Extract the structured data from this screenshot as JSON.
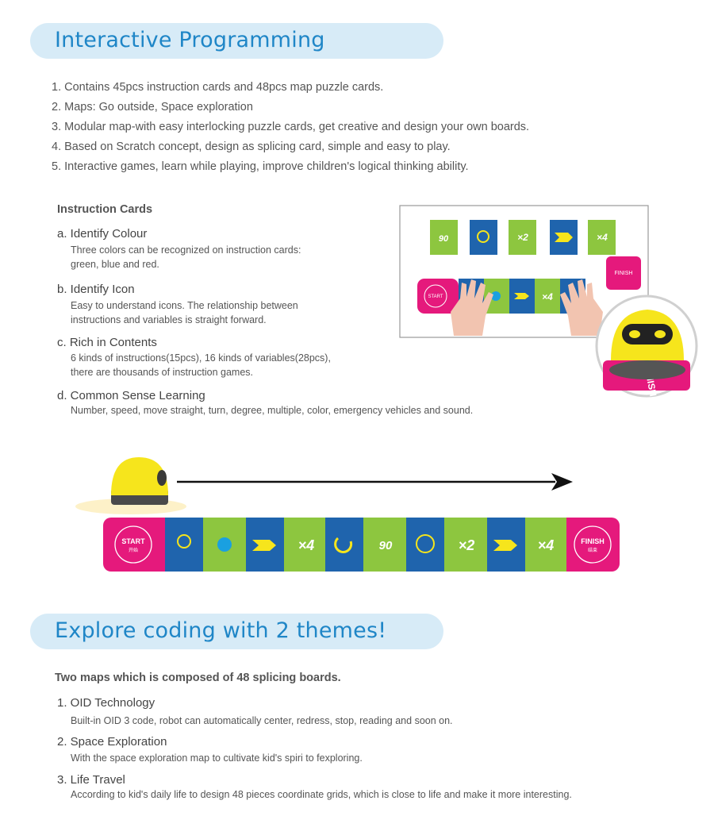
{
  "section1": {
    "title": "Interactive Programming",
    "features": [
      "1. Contains 45pcs instruction cards and 48pcs map puzzle cards.",
      "2. Maps: Go outside, Space exploration",
      "3. Modular map-with easy interlocking puzzle cards, get creative and design your own boards.",
      "4. Based on Scratch concept, design as splicing card, simple and easy to play.",
      "5. Interactive games, learn while playing, improve children's logical thinking ability."
    ],
    "cards_heading": "Instruction Cards",
    "items": [
      {
        "title": "a. Identify Colour",
        "desc1": "Three colors can be recognized on instruction cards:",
        "desc2": "green, blue and red."
      },
      {
        "title": "b. Identify Icon",
        "desc1": "Easy to understand icons. The relationship between",
        "desc2": "instructions and variables is straight forward."
      },
      {
        "title": "c. Rich in Contents",
        "desc1": "6 kinds of instructions(15pcs), 16 kinds of variables(28pcs),",
        "desc2": "there are thousands of instruction games."
      },
      {
        "title": "d. Common Sense Learning",
        "desc1": "Number, speed, move straight, turn, degree, multiple, color, emergency vehicles and sound.",
        "desc2": ""
      }
    ]
  },
  "card_labels": {
    "start": "START",
    "start_cn": "开始",
    "finish": "FINISH",
    "finish_cn": "结束",
    "deg90": "90",
    "x2": "×2",
    "x4": "×4",
    "robot_finish": "FINISH"
  },
  "colors": {
    "green": "#8dc63f",
    "blue": "#1f64ad",
    "pink": "#e5197c",
    "yellow": "#f6e51c",
    "accent": "#1f86c7"
  },
  "section2": {
    "title": "Explore coding with 2 themes!",
    "subtitle": "Two maps which is composed of 48 splicing boards.",
    "items": [
      {
        "title": "1. OID Technology",
        "desc": "Built-in OID 3 code, robot can automatically center, redress, stop, reading and soon on."
      },
      {
        "title": "2. Space Exploration",
        "desc": "With the space exploration map to cultivate kid's spiri to fexploring."
      },
      {
        "title": "3. Life Travel",
        "desc": "According to kid's daily life to design 48 pieces coordinate grids, which is close to life and make it more interesting."
      }
    ]
  }
}
